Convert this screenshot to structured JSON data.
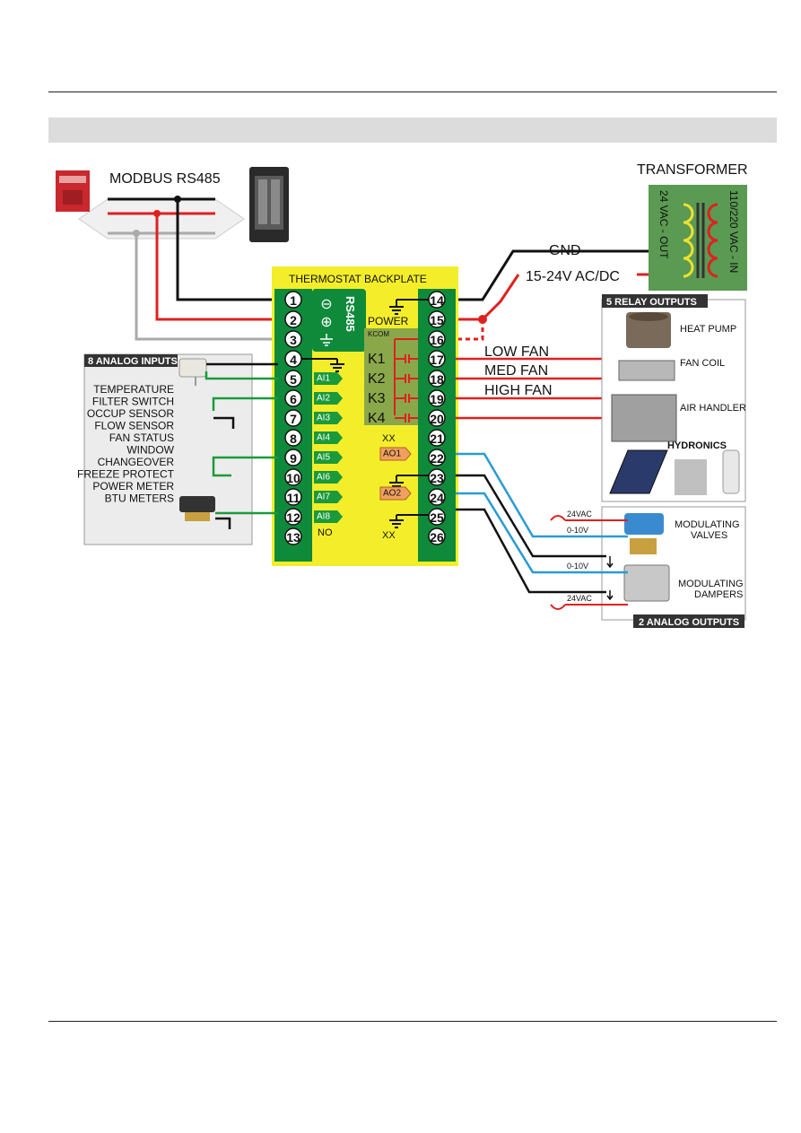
{
  "diagram": {
    "modbus_label": "MODBUS RS485",
    "transformer_label": "TRANSFORMER",
    "transformer_out": "24 VAC - OUT",
    "transformer_in": "110/220 VAC - IN",
    "gnd_label": "GND",
    "power_supply_label": "15-24V AC/DC",
    "backplate_title": "THERMOSTAT BACKPLATE",
    "rs485_label": "RS485",
    "power_label": "POWER",
    "kcom_label": "KCOM",
    "relay_labels": [
      "K1",
      "K2",
      "K3",
      "K4"
    ],
    "fan_labels": [
      "LOW FAN",
      "MED FAN",
      "HIGH FAN"
    ],
    "left_terminals": [
      "1",
      "2",
      "3",
      "4",
      "5",
      "6",
      "7",
      "8",
      "9",
      "10",
      "11",
      "12",
      "13"
    ],
    "right_terminals": [
      "14",
      "15",
      "16",
      "17",
      "18",
      "19",
      "20",
      "21",
      "22",
      "23",
      "24",
      "25",
      "26"
    ],
    "ai_labels": [
      "AI1",
      "AI2",
      "AI3",
      "AI4",
      "AI5",
      "AI6",
      "AI7",
      "AI8"
    ],
    "no_label": "NO",
    "xx_label": "XX",
    "ao_labels": [
      "AO1",
      "AO2"
    ],
    "analog_inputs_title": "8 ANALOG INPUTS",
    "analog_inputs": [
      "TEMPERATURE",
      "FILTER SWITCH",
      "OCCUP SENSOR",
      "FLOW SENSOR",
      "FAN STATUS",
      "WINDOW",
      "CHANGEOVER",
      "FREEZE PROTECT",
      "POWER METER",
      "BTU METERS"
    ],
    "relay_outputs_title": "5 RELAY OUTPUTS",
    "relay_outputs": [
      "HEAT PUMP",
      "FAN COIL",
      "AIR HANDLER",
      "HYDRONICS"
    ],
    "analog_outputs_title": "2 ANALOG OUTPUTS",
    "valves_label": [
      "MODULATING",
      "VALVES"
    ],
    "dampers_label": [
      "MODULATING",
      "DAMPERS"
    ],
    "vac_label": "24VAC",
    "volt_label": "0-10V",
    "colors": {
      "backplate": "#f4ee2a",
      "terminal_strip": "#0f8a3a",
      "wire_red": "#e02020",
      "wire_black": "#111111",
      "wire_green": "#1a9a3a",
      "wire_blue": "#2a9ad4",
      "wire_gray": "#aaaaaa",
      "ao_tag": "#f0a060"
    }
  }
}
